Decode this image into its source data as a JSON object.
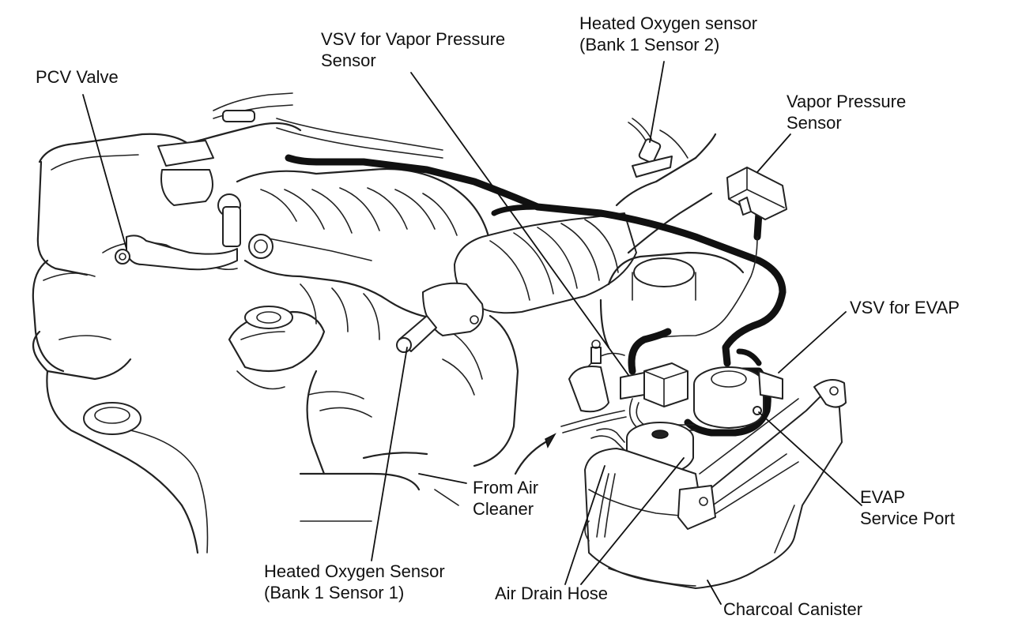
{
  "labels": {
    "pcv_valve": [
      "PCV Valve"
    ],
    "vsv_vapor_pressure_sensor": [
      "VSV for Vapor Pressure",
      "Sensor"
    ],
    "heated_oxygen_sensor_b1s2": [
      "Heated Oxygen sensor",
      "(Bank 1 Sensor 2)"
    ],
    "vapor_pressure_sensor": [
      "Vapor Pressure",
      "Sensor"
    ],
    "vsv_for_evap": [
      "VSV for EVAP"
    ],
    "evap_service_port": [
      "EVAP",
      "Service Port"
    ],
    "from_air_cleaner": [
      "From Air",
      "Cleaner"
    ],
    "heated_oxygen_sensor_b1s1": [
      "Heated Oxygen Sensor",
      "(Bank 1 Sensor 1)"
    ],
    "air_drain_hose": [
      "Air Drain Hose"
    ],
    "charcoal_canister": [
      "Charcoal Canister"
    ]
  },
  "style": {
    "ink_color": "#111111",
    "paper_color": "#ffffff"
  }
}
